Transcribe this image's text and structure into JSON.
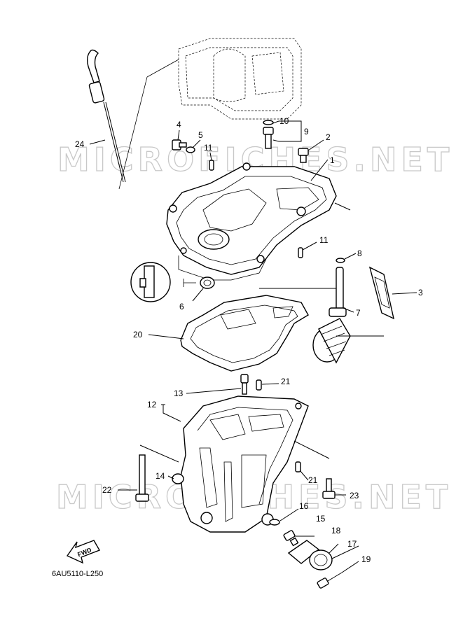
{
  "watermark": "MICROFICHES.NET",
  "diagram_code": "6AU5110-L250",
  "fwd_label": "FWD",
  "callouts": {
    "c1": "1",
    "c2": "2",
    "c3": "3",
    "c4": "4",
    "c5": "5",
    "c6": "6",
    "c7": "7",
    "c8": "8",
    "c9": "9",
    "c10": "10",
    "c11a": "11",
    "c11b": "11",
    "c12": "12",
    "c13": "13",
    "c14": "14",
    "c15": "15",
    "c16": "16",
    "c17": "17",
    "c18": "18",
    "c19": "19",
    "c20": "20",
    "c21a": "21",
    "c21b": "21",
    "c22": "22",
    "c23": "23",
    "c24": "24"
  }
}
